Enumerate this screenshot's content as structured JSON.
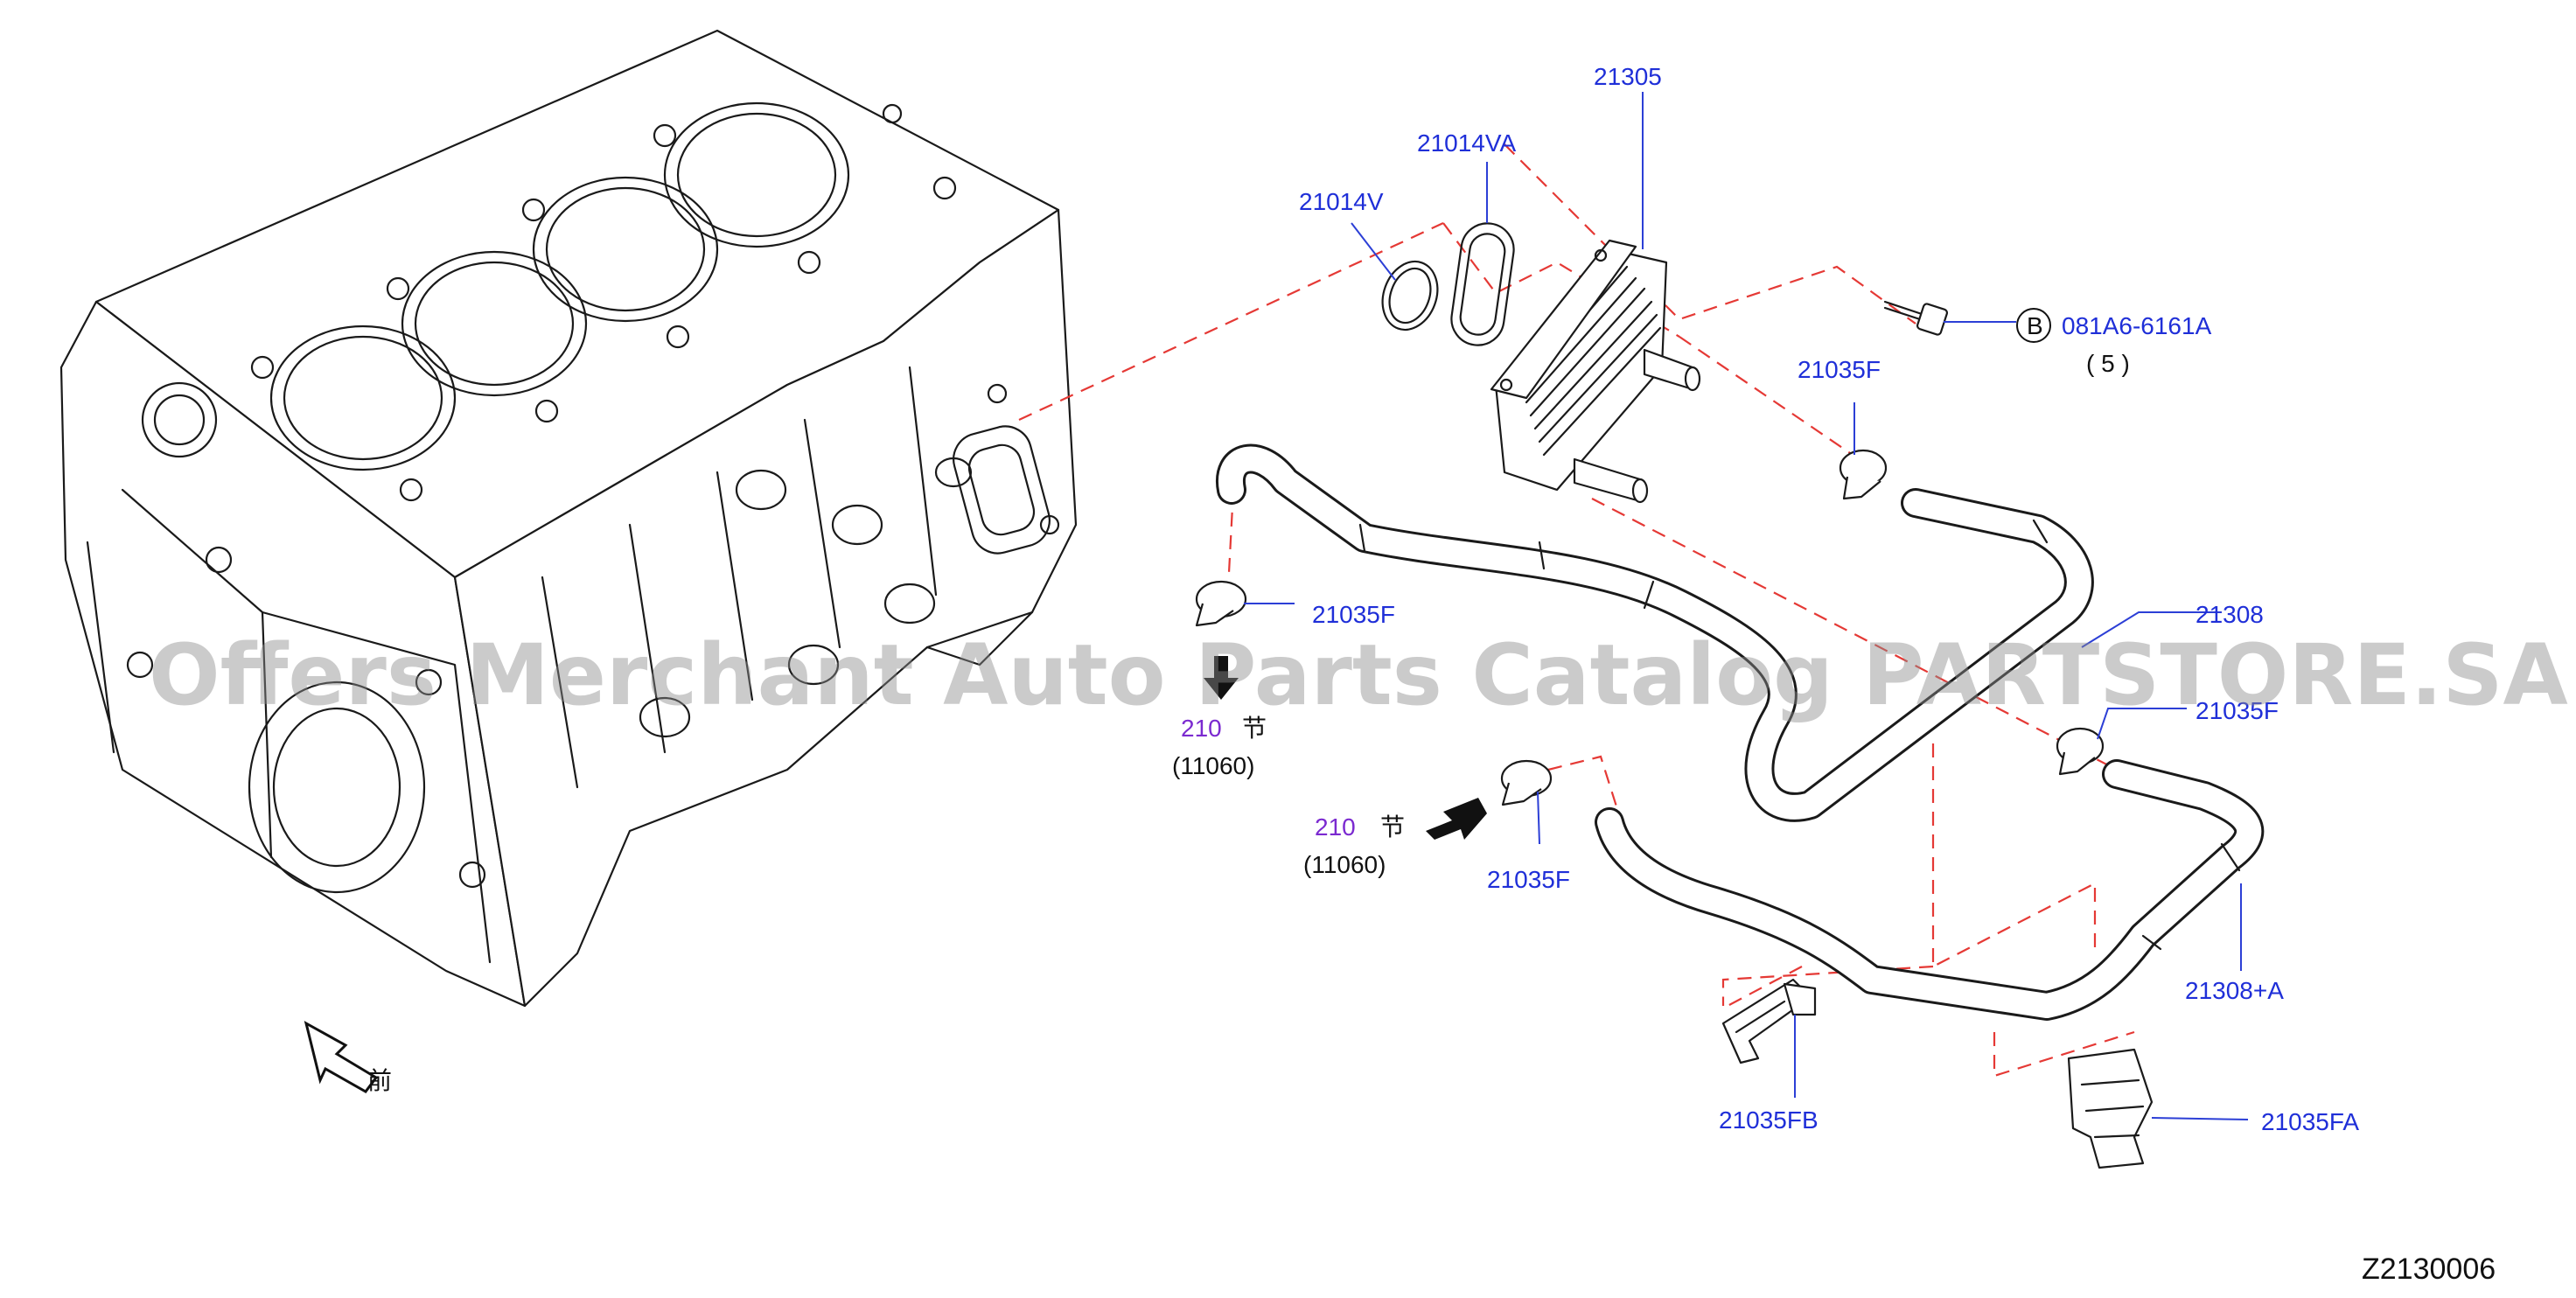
{
  "labels": {
    "p21305": "21305",
    "p21014va": "21014VA",
    "p21014v": "21014V",
    "bolt_code": "081A6-6161A",
    "bolt_ref": "B",
    "bolt_qty": "( 5 )",
    "p21035f_a": "21035F",
    "p21035f_b": "21035F",
    "p21035f_c": "21035F",
    "p21035f_d": "21035F",
    "p21308": "21308",
    "p21308a": "21308+A",
    "p21035fb": "21035FB",
    "p21035fa": "21035FA",
    "ref1_num": "210",
    "ref1_char": "节",
    "ref1_code": "(11060)",
    "ref2_num": "210",
    "ref2_char": "节",
    "ref2_code": "(11060)",
    "front_char": "前",
    "diagram_code": "Z2130006"
  },
  "watermark": "Offers Merchant Auto Parts Catalog PARTSTORE.SA",
  "colors": {
    "label_blue": "#1f2fd8",
    "ref_purple": "#7b2ad0",
    "dash_red": "#e53935",
    "line_dark": "#1a1a1a"
  }
}
